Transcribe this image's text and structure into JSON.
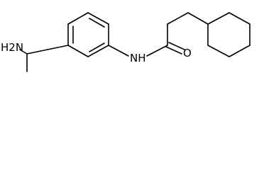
{
  "labels": {
    "amine": "H2N",
    "amide_nitrogen": "NH",
    "carbonyl_oxygen": "O"
  }
}
